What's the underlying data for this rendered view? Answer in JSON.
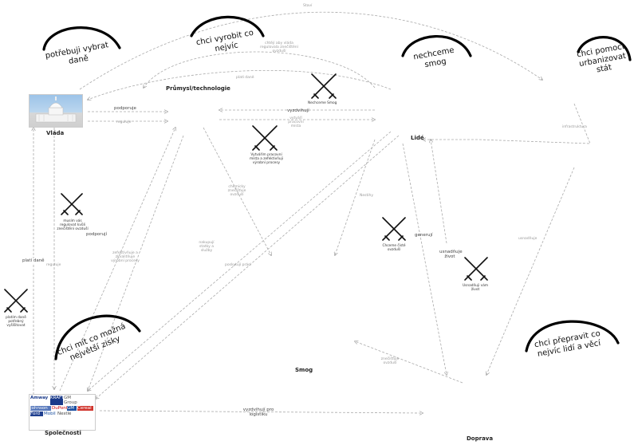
{
  "nodes": {
    "vlada": "Vláda",
    "prumysl": "Průmysl/technologie",
    "lide": "Lidé",
    "spolecnosti": "Společnosti",
    "smog": "Smog",
    "doprava": "Doprava"
  },
  "bubbles": {
    "dane": "potřebuji vybrat daně",
    "vyrobit": "chci vyrobit co nejvíc",
    "smog": "nechceme smog",
    "urbanizovat": "chci pomoct urbanizovat stát",
    "zisky": "chci mít co možná největší zisky",
    "prepravit": "chci přepravit co nejvíc lidí a věcí"
  },
  "edges": {
    "stavi": "Staví",
    "chtej_vlada": "chtějí aby vláda regulovala znečištění ovzduší",
    "plati_dane_top": "platí daně",
    "podporuje": "podporuje",
    "reguluje": "reguluje",
    "vyzdvihuji": "vyzdvihují",
    "vytvari_mista": "vytváří pracovní místa",
    "infrastruktura": "infrastruktura",
    "chemicky": "chemicky znečišťuje ovzduší",
    "nakupuji": "nakupují statky a služby",
    "nestihy": "Nestihy",
    "generuji": "generují",
    "usnadnuje": "usnadňuje život",
    "usnadnuje2": "usnadňuje",
    "podporuji": "podporují",
    "plati_dane_left": "platí daně",
    "reguluje_left": "reguluje",
    "zefektivnuje": "zefektivňuje a zkvalitňuje výrobní procesy",
    "poskytuji": "poskytují práci",
    "znecistuje": "znečišťuje ovzduší",
    "vyzdvihuji2": "vyzdvihují pro logistiku"
  },
  "conflicts": {
    "nechceme_smog": "Nechceme Smog",
    "vytvarim": "Vytvářím pracovní místa a zefektivňuji výrobní procesy",
    "musim": "musím vás regulovat kvůli znečištění ovzduší",
    "plati_dane": "platím daně potřebný vyšlšitovat",
    "chceme_ciste": "Chceme čisté ovzduší",
    "usnadnuji": "Usnadňuji vám život"
  },
  "logos": [
    "Amway",
    "KRAFT",
    "GM Group",
    "Johnson",
    "DuPont",
    "GM",
    "Cereal",
    "Ford",
    "Mobil",
    "Nestlé"
  ]
}
